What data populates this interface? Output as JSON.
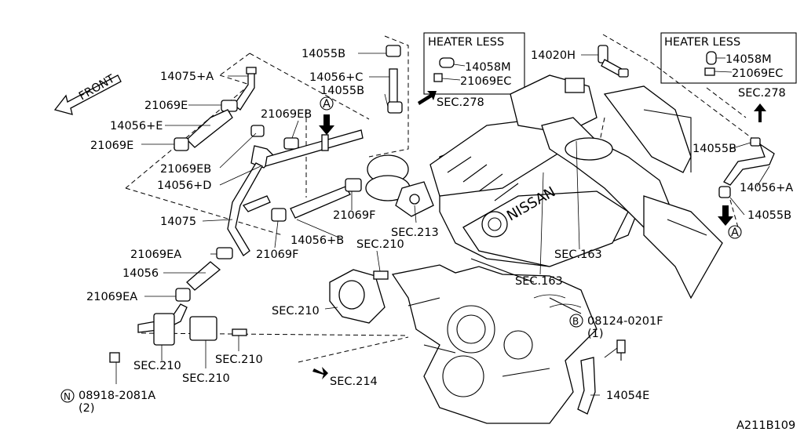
{
  "diagram_code": "A211B109",
  "front_label": "FRONT",
  "boxes": [
    {
      "title": "HEATER LESS",
      "parts": [
        "14058M",
        "21069EC"
      ]
    },
    {
      "title": "HEATER LESS",
      "parts": [
        "14058M",
        "21069EC"
      ]
    }
  ],
  "callouts": {
    "c01": "14075+A",
    "c02": "21069E",
    "c03": "14056+E",
    "c04": "21069E",
    "c05": "21069EB",
    "c06": "21069EB",
    "c07": "14056+D",
    "c08": "14075",
    "c09": "21069EA",
    "c10": "14056",
    "c11": "21069EA",
    "c12": "21069F",
    "c13": "21069F",
    "c14": "14056+B",
    "c15": "14055B",
    "c16": "14056+C",
    "c17": "14055B",
    "c18": "14020H",
    "c19": "14055B",
    "c20": "14056+A",
    "c21": "14055B",
    "c22": "14054E",
    "c23": "08124-0201F",
    "c24": "(1)",
    "c25": "08918-2081A",
    "c26": "(2)"
  },
  "sections": {
    "s01": "SEC.278",
    "s02": "SEC.278",
    "s03": "SEC.213",
    "s04": "SEC.210",
    "s05": "SEC.210",
    "s06": "SEC.210",
    "s07": "SEC.210",
    "s08": "SEC.210",
    "s09": "SEC.214",
    "s10": "SEC.163",
    "s11": "SEC.163"
  },
  "markers": {
    "view_a": "A",
    "bolt_b": "B",
    "nut_n": "N"
  },
  "engine_logo": "NISSAN"
}
